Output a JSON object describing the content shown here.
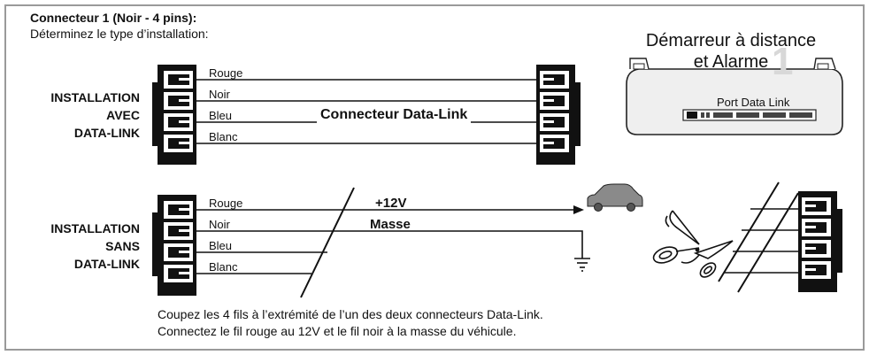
{
  "header": {
    "title": "Connecteur 1 (Noir - 4 pins):",
    "subtitle": "Déterminez le type d’installation:"
  },
  "with_datalink": {
    "label_lines": [
      "INSTALLATION",
      "AVEC",
      "DATA-LINK"
    ],
    "wires": [
      "Rouge",
      "Noir",
      "Bleu",
      "Blanc"
    ],
    "connector_label": "Connecteur Data-Link"
  },
  "module": {
    "title_line1": "Démarreur à distance",
    "title_line2": "et Alarme",
    "port_label": "Port Data Link"
  },
  "without_datalink": {
    "label_lines": [
      "INSTALLATION",
      "SANS",
      "DATA-LINK"
    ],
    "wires": [
      "Rouge",
      "Noir",
      "Bleu",
      "Blanc"
    ],
    "plus12v": "+12V",
    "ground": "Masse"
  },
  "instructions": {
    "line1": "Coupez les 4 fils à l’extrémité de l’un des deux connecteurs Data-Link.",
    "line2": "Connectez le fil rouge au 12V et le fil noir à la masse du véhicule."
  },
  "colors": {
    "frame": "#9a9a9a",
    "connector": "#111111",
    "module_fill": "#efefef"
  }
}
